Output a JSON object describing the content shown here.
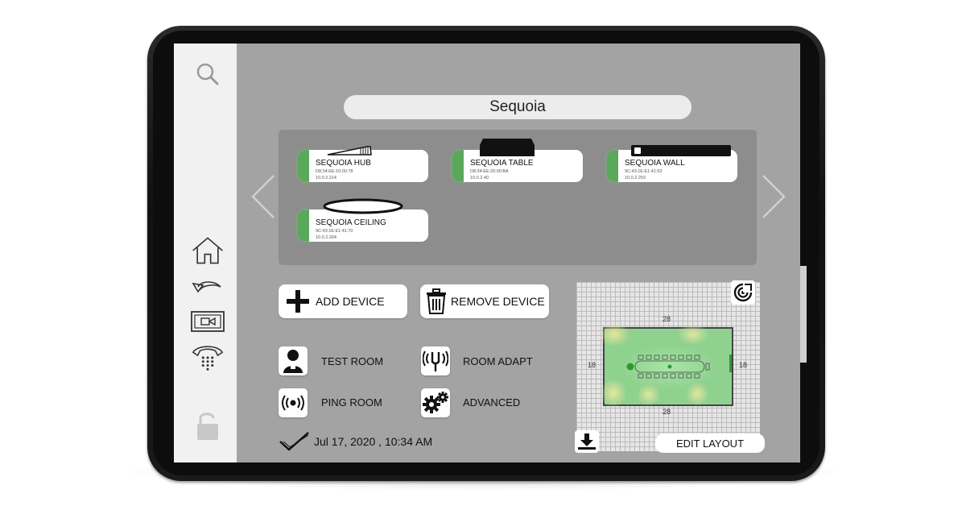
{
  "room": {
    "title": "Sequoia"
  },
  "devices": [
    {
      "name": "SEQUOIA HUB",
      "mac": "D8:34:EE:10:00:78",
      "ip": "10.0.2.214",
      "status_color": "#5aa85a",
      "icon": "hub-device-icon"
    },
    {
      "name": "SEQUOIA TABLE",
      "mac": "D8:34:EE:20:00:BA",
      "ip": "10.0.2.40",
      "status_color": "#5aa85a",
      "icon": "table-device-icon"
    },
    {
      "name": "SEQUOIA WALL",
      "mac": "9C:43:1E:E1:41:53",
      "ip": "10.0.2.203",
      "status_color": "#5aa85a",
      "icon": "wall-device-icon"
    },
    {
      "name": "SEQUOIA CEILING",
      "mac": "9C:43:1E:E1:41:70",
      "ip": "10.0.2.204",
      "status_color": "#5aa85a",
      "icon": "ceiling-device-icon"
    }
  ],
  "buttons": {
    "add_device": "ADD DEVICE",
    "remove_device": "REMOVE DEVICE"
  },
  "actions": {
    "test_room": "TEST ROOM",
    "room_adapt": "ROOM ADAPT",
    "ping_room": "PING ROOM",
    "advanced": "ADVANCED"
  },
  "status": {
    "timestamp": "Jul 17, 2020 , 10:34 AM",
    "icon": "checkmark-icon"
  },
  "layout": {
    "edit_label": "EDIT LAYOUT",
    "width_top": "28",
    "width_bottom": "28",
    "depth_left": "18",
    "depth_right": "18"
  },
  "sidebar_icons": [
    "search-icon",
    "home-icon",
    "undo-icon",
    "video-call-icon",
    "phone-icon",
    "unlock-icon"
  ]
}
